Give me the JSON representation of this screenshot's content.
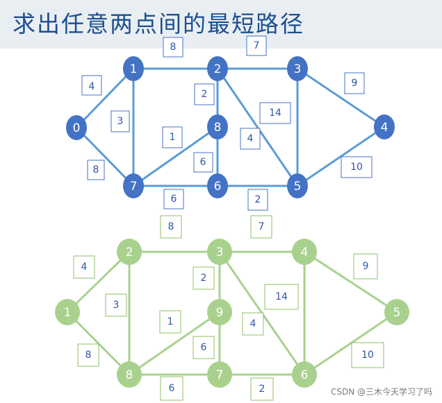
{
  "title": "求出任意两点间的最短路径",
  "watermark": "CSDN @三木今天学习了吗",
  "colors": {
    "top_node": "#4472c4",
    "top_edge": "#5b9bd5",
    "top_box": "#4472c4",
    "top_text": "#2f55a4",
    "bottom_node": "#a9d18e",
    "bottom_edge": "#a9d18e",
    "bottom_box": "#8cc063",
    "bottom_text": "#2f55a4"
  },
  "graphs": [
    {
      "name": "top",
      "nodes": [
        {
          "id": "n0",
          "label": "0"
        },
        {
          "id": "n1",
          "label": "1"
        },
        {
          "id": "n2",
          "label": "2"
        },
        {
          "id": "n3",
          "label": "3"
        },
        {
          "id": "n4",
          "label": "4"
        },
        {
          "id": "n5",
          "label": "5"
        },
        {
          "id": "n6",
          "label": "6"
        },
        {
          "id": "n7",
          "label": "7"
        },
        {
          "id": "n8",
          "label": "8"
        }
      ],
      "edges": [
        {
          "from": "n0",
          "to": "n1",
          "weight": "4"
        },
        {
          "from": "n0",
          "to": "n7",
          "weight": "8"
        },
        {
          "from": "n1",
          "to": "n2",
          "weight": "8"
        },
        {
          "from": "n1",
          "to": "n7",
          "weight": "3"
        },
        {
          "from": "n2",
          "to": "n3",
          "weight": "7"
        },
        {
          "from": "n2",
          "to": "n8",
          "weight": "2"
        },
        {
          "from": "n2",
          "to": "n5",
          "weight": "4"
        },
        {
          "from": "n3",
          "to": "n5",
          "weight": "14"
        },
        {
          "from": "n3",
          "to": "n4",
          "weight": "9"
        },
        {
          "from": "n4",
          "to": "n5",
          "weight": "10"
        },
        {
          "from": "n7",
          "to": "n8",
          "weight": "1"
        },
        {
          "from": "n8",
          "to": "n6",
          "weight": "6"
        },
        {
          "from": "n7",
          "to": "n6",
          "weight": "6"
        },
        {
          "from": "n6",
          "to": "n5",
          "weight": "2"
        }
      ]
    },
    {
      "name": "bottom",
      "nodes": [
        {
          "id": "n1",
          "label": "1"
        },
        {
          "id": "n2",
          "label": "2"
        },
        {
          "id": "n3",
          "label": "3"
        },
        {
          "id": "n4",
          "label": "4"
        },
        {
          "id": "n5",
          "label": "5"
        },
        {
          "id": "n6",
          "label": "6"
        },
        {
          "id": "n7",
          "label": "7"
        },
        {
          "id": "n8",
          "label": "8"
        },
        {
          "id": "n9",
          "label": "9"
        }
      ],
      "edges": [
        {
          "from": "n1",
          "to": "n2",
          "weight": "4"
        },
        {
          "from": "n1",
          "to": "n8",
          "weight": "8"
        },
        {
          "from": "n2",
          "to": "n3",
          "weight": "8"
        },
        {
          "from": "n2",
          "to": "n8",
          "weight": "3"
        },
        {
          "from": "n3",
          "to": "n4",
          "weight": "7"
        },
        {
          "from": "n3",
          "to": "n9",
          "weight": "2"
        },
        {
          "from": "n3",
          "to": "n6",
          "weight": "4"
        },
        {
          "from": "n4",
          "to": "n6",
          "weight": "14"
        },
        {
          "from": "n4",
          "to": "n5",
          "weight": "9"
        },
        {
          "from": "n5",
          "to": "n6",
          "weight": "10"
        },
        {
          "from": "n8",
          "to": "n9",
          "weight": "1"
        },
        {
          "from": "n9",
          "to": "n7",
          "weight": "6"
        },
        {
          "from": "n8",
          "to": "n7",
          "weight": "6"
        },
        {
          "from": "n7",
          "to": "n6",
          "weight": "2"
        }
      ]
    }
  ]
}
